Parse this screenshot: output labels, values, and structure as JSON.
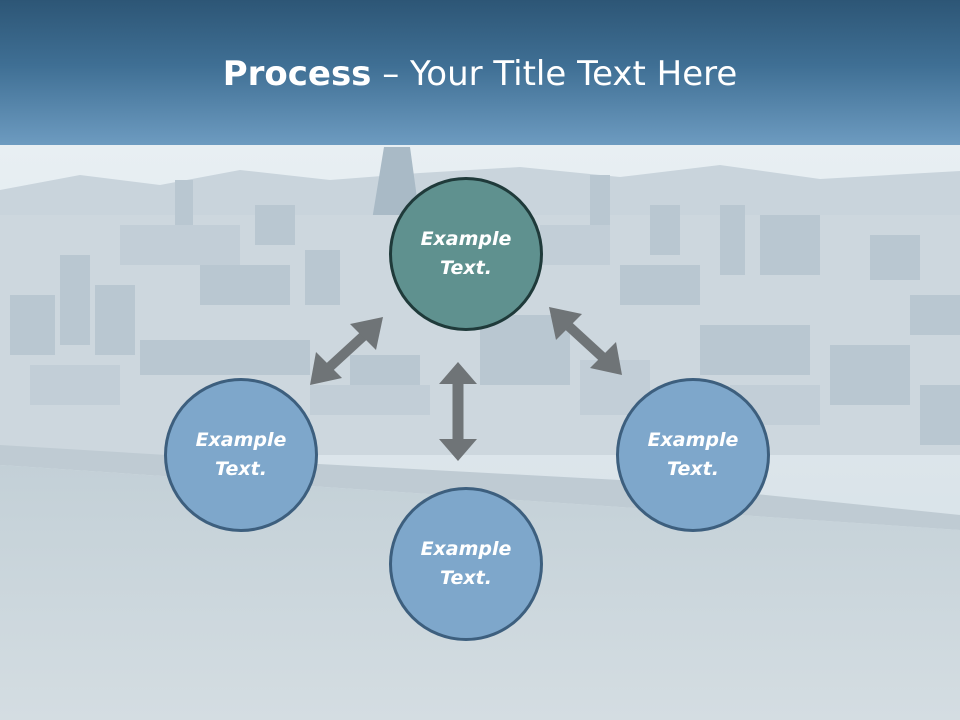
{
  "title": {
    "bold": "Process",
    "rest": " – Your Title Text Here"
  },
  "nodes": {
    "top": "Example\nText.",
    "left": "Example\nText.",
    "right": "Example\nText.",
    "bottom": "Example\nText."
  },
  "colors": {
    "header_top": "#2d5676",
    "header_bottom": "#6d9bc0",
    "center_node": "#5f918f",
    "outer_node": "#7ea7cb",
    "arrow": "#6f7477"
  }
}
